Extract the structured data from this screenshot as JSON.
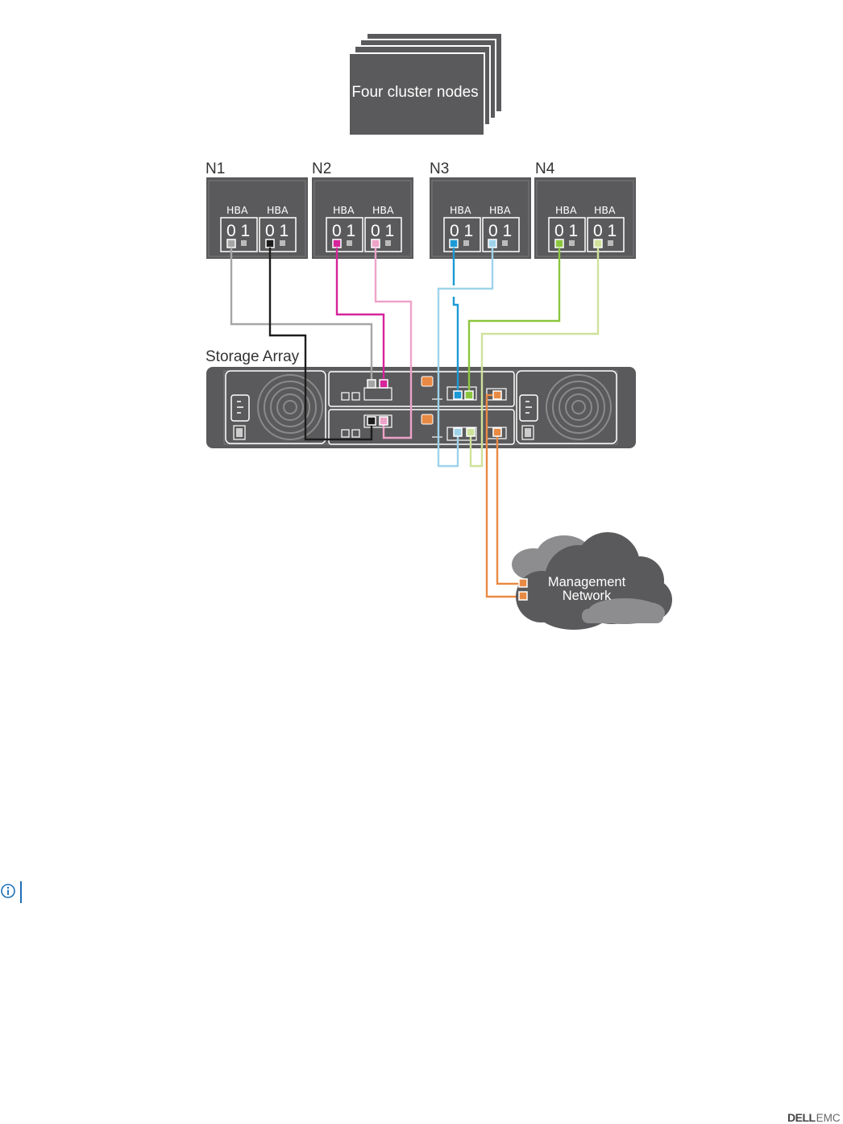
{
  "diagram": {
    "title_box": "Four cluster nodes",
    "nodes": [
      {
        "id": "N1",
        "label": "N1"
      },
      {
        "id": "N2",
        "label": "N2"
      },
      {
        "id": "N3",
        "label": "N3"
      },
      {
        "id": "N4",
        "label": "N4"
      }
    ],
    "hba_label": "HBA",
    "port_digits": "0 1",
    "storage_label": "Storage Array",
    "network_label_line1": "Management",
    "network_label_line2": "Network",
    "colors": {
      "node_fill": "#5a5a5c",
      "wire_n1_a": "#a6a6a6",
      "wire_n1_b": "#1c1c1c",
      "wire_n2_a": "#d6249a",
      "wire_n2_b": "#eea3c9",
      "wire_n3_a": "#1b9ad6",
      "wire_n3_b": "#9fd3ea",
      "wire_n4_a": "#8cc63f",
      "wire_n4_b": "#cfe29a",
      "mgmt": "#e98a44",
      "note": "#1e6fb7"
    }
  },
  "footer": {
    "logo_dell": "DELL",
    "logo_emc": "EMC",
    "note_icon": "info-icon"
  }
}
